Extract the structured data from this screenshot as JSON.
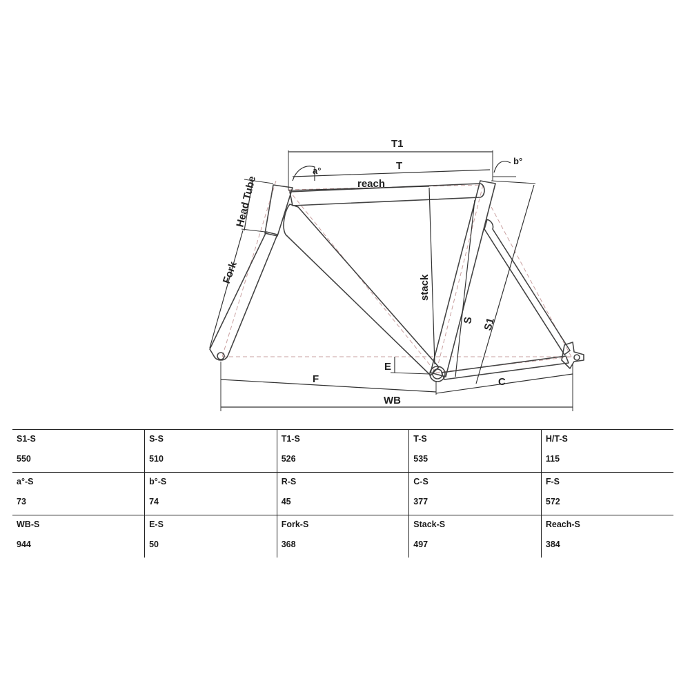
{
  "diagram": {
    "labels": {
      "t1": "T1",
      "t": "T",
      "reach": "reach",
      "a_angle": "a°",
      "b_angle": "b°",
      "head_tube": "Head Tube",
      "fork": "Fork",
      "stack": "stack",
      "s": "S",
      "s1": "S1",
      "e": "E",
      "f": "F",
      "c": "C",
      "wb": "WB"
    }
  },
  "geometry_table": {
    "rows": [
      [
        {
          "label": "S1-S",
          "value": "550"
        },
        {
          "label": "S-S",
          "value": "510"
        },
        {
          "label": "T1-S",
          "value": "526"
        },
        {
          "label": "T-S",
          "value": "535"
        },
        {
          "label": "H/T-S",
          "value": "115"
        }
      ],
      [
        {
          "label": "a°-S",
          "value": "73"
        },
        {
          "label": "b°-S",
          "value": "74"
        },
        {
          "label": "R-S",
          "value": "45"
        },
        {
          "label": "C-S",
          "value": "377"
        },
        {
          "label": "F-S",
          "value": "572"
        }
      ],
      [
        {
          "label": "WB-S",
          "value": "944"
        },
        {
          "label": "E-S",
          "value": "50"
        },
        {
          "label": "Fork-S",
          "value": "368"
        },
        {
          "label": "Stack-S",
          "value": "497"
        },
        {
          "label": "Reach-S",
          "value": "384"
        }
      ]
    ]
  }
}
